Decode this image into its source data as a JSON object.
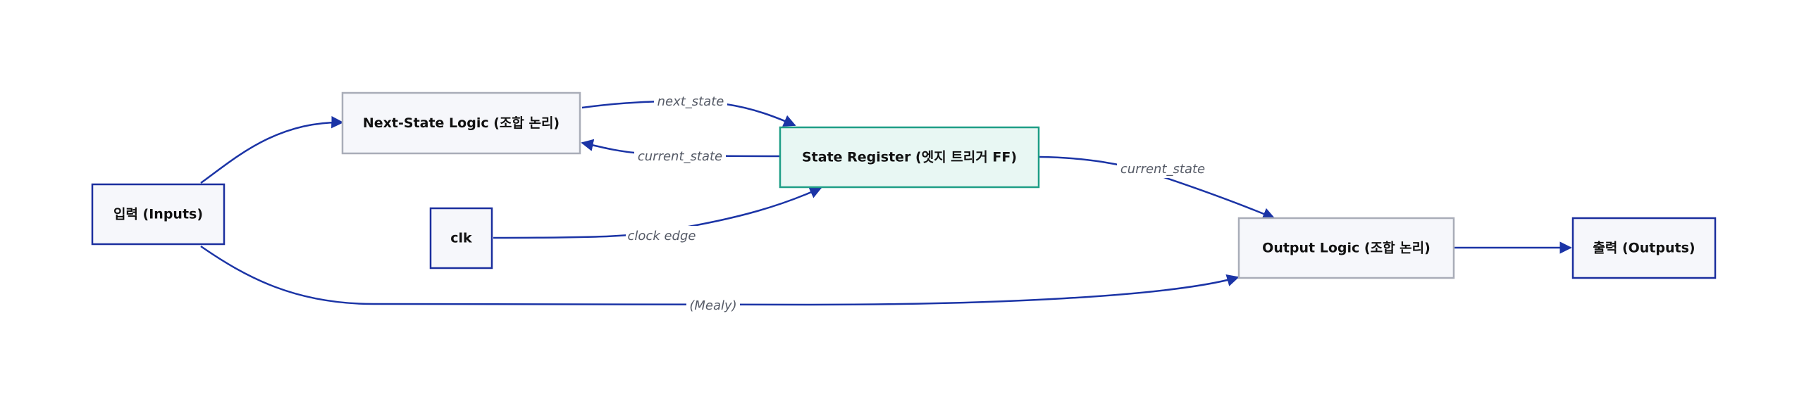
{
  "colors": {
    "edge": "#1b34a6",
    "io_border": "#1b2f9e",
    "logic_border": "#a9adb8",
    "register_fill": "#e8f7f3",
    "register_border": "#1e9e86",
    "node_fill": "#f6f7fb",
    "label_text": "#555a66"
  },
  "nodes": {
    "inputs": "입력 (Inputs)",
    "next_state_logic": "Next-State Logic (조합 논리)",
    "clk": "clk",
    "state_register": "State Register (엣지 트리거 FF)",
    "output_logic": "Output Logic (조합 논리)",
    "outputs": "출력 (Outputs)"
  },
  "edges": {
    "next_state": "next_state",
    "current_state_feedback": "current_state",
    "current_state_out": "current_state",
    "clock_edge": "clock edge",
    "mealy": "(Mealy)"
  }
}
